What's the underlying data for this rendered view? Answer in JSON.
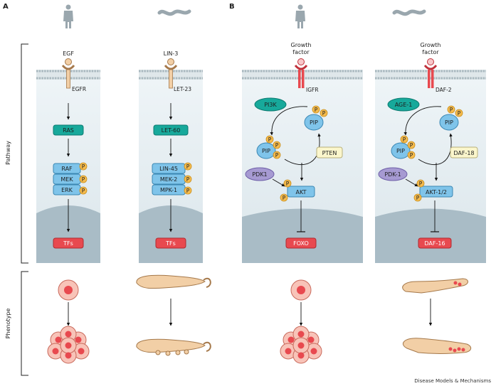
{
  "panels": {
    "a": "A",
    "b": "B"
  },
  "side_labels": {
    "pathway": "Pathway",
    "phenotype": "Phenotype"
  },
  "col1": {
    "ligand": "EGF",
    "receptor": "EGFR",
    "ras": "RAS",
    "kinases": [
      "RAF",
      "MEK",
      "ERK"
    ],
    "tf": "TFs"
  },
  "col2": {
    "ligand": "LIN-3",
    "receptor": "LET-23",
    "ras": "LET-60",
    "kinases": [
      "LIN-45",
      "MEK-2",
      "MPK-1"
    ],
    "tf": "TFs"
  },
  "col3": {
    "ligand_line1": "Growth",
    "ligand_line2": "factor",
    "receptor": "IGFR",
    "pi3k": "PI3K",
    "pip_top": "PIP",
    "pip_left": "PIP",
    "pten": "PTEN",
    "pdk": "PDK1",
    "akt": "AKT",
    "tf": "FOXO"
  },
  "col4": {
    "ligand_line1": "Growth",
    "ligand_line2": "factor",
    "receptor": "DAF-2",
    "pi3k": "AGE-1",
    "pip_top": "PIP",
    "pip_left": "PIP",
    "pten": "DAF-18",
    "pdk": "PDK-1",
    "akt": "AKT-1/2",
    "tf": "DAF-16"
  },
  "phospho": "P",
  "credit": "Disease Models & Mechanisms",
  "icons": [
    "human-icon",
    "worm-icon"
  ],
  "colors": {
    "teal": "#17a99b",
    "blue": "#7fc4ea",
    "pfill": "#f5bb4d",
    "red": "#e8494f",
    "purple": "#a69ad2",
    "cream": "#fbf6cc",
    "tan": "#f2cfa6"
  }
}
